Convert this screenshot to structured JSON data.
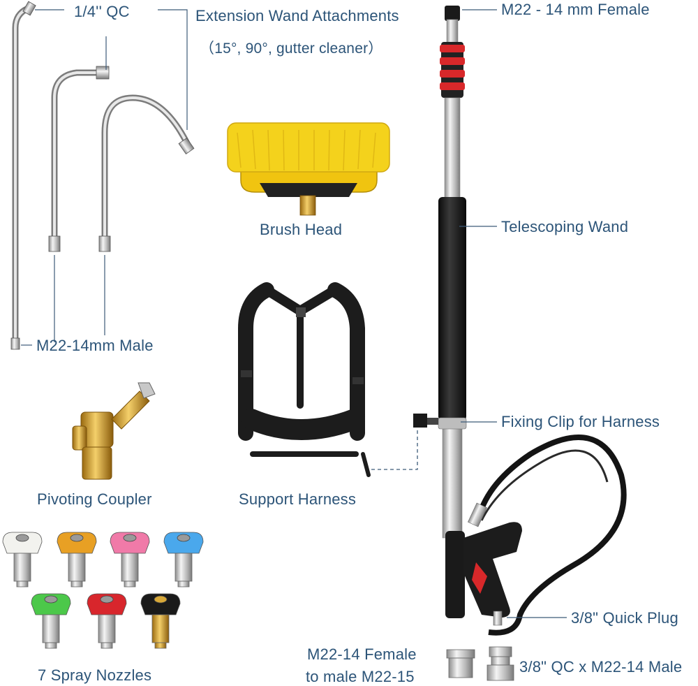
{
  "labels": {
    "quick_connect": "1/4'' QC",
    "extension_title": "Extension Wand Attachments",
    "extension_sub": "（15°, 90°, gutter cleaner）",
    "m22_female": "M22 - 14 mm Female",
    "brush_head": "Brush Head",
    "telescoping_wand": "Telescoping Wand",
    "m22_male": "M22-14mm Male",
    "fixing_clip": "Fixing Clip for Harness",
    "pivoting_coupler": "Pivoting Coupler",
    "support_harness": "Support Harness",
    "quick_plug": "3/8\" Quick Plug",
    "adapter_line1": "M22-14 Female",
    "adapter_line2": "to male M22-15",
    "qc_male": "3/8\" QC x M22-14 Male",
    "spray_nozzles": "7 Spray Nozzles"
  },
  "colors": {
    "label": "#2c5478",
    "nozzles": [
      "#f2f2ee",
      "#e8a024",
      "#f07aa8",
      "#4aa8ec",
      "#4cc84a",
      "#d8262c",
      "#1a1a1a"
    ],
    "brush": "#f4d21c",
    "grip_band": "#d8282a"
  }
}
